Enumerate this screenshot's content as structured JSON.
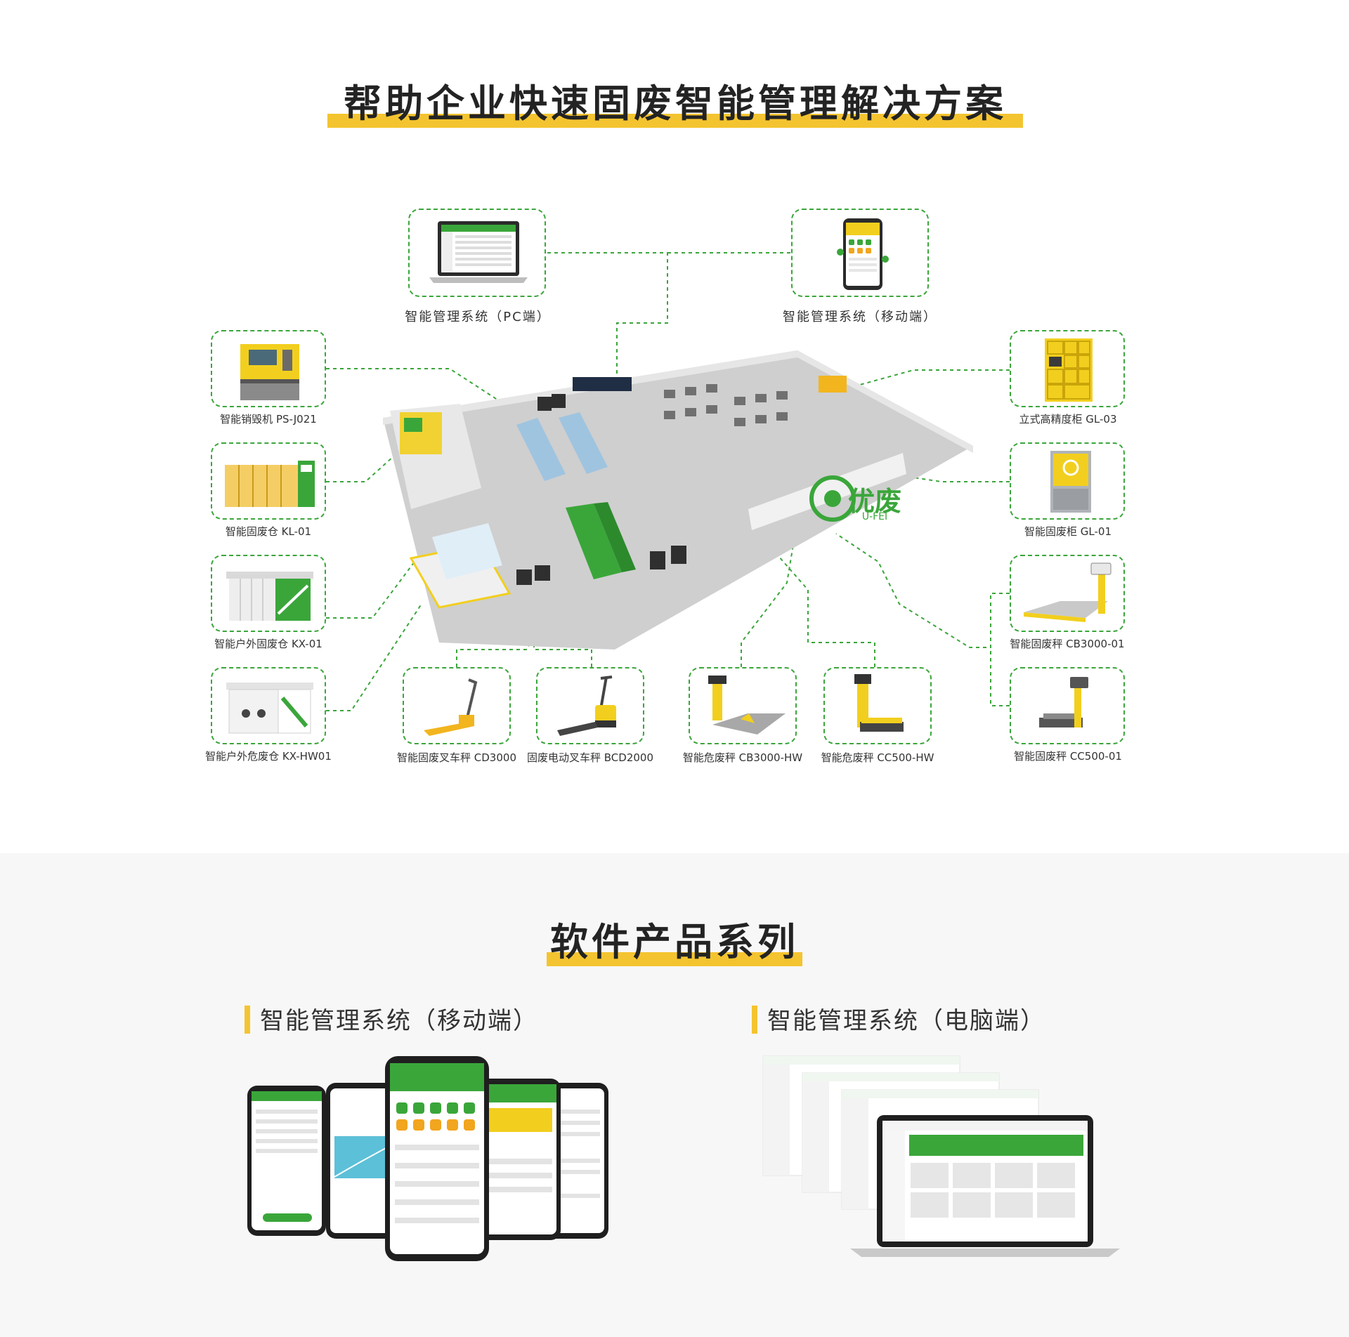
{
  "titles": {
    "main": "帮助企业快速固废智能管理解决方案",
    "software": "软件产品系列"
  },
  "top_systems": {
    "pc": "智能管理系统（PC端）",
    "mobile": "智能管理系统（移动端）"
  },
  "devices": {
    "ps_j021": "智能销毁机 PS-J021",
    "kl01": "智能固废仓 KL-01",
    "kx01": "智能户外固废仓 KX-01",
    "kxhw01": "智能户外危废仓 KX-HW01",
    "cd3000": "智能固废叉车秤 CD3000",
    "bcd2000": "固废电动叉车秤 BCD2000",
    "cb3000hw": "智能危废秤 CB3000-HW",
    "cc500hw": "智能危废秤 CC500-HW",
    "gl03": "立式高精度柜 GL-03",
    "gl01": "智能固废柜 GL-01",
    "cb300001": "智能固废秤 CB3000-01",
    "cc50001": "智能固废秤 CC500-01"
  },
  "floor": {
    "logo_text": "优废",
    "logo_sub": "U-FEI"
  },
  "software": {
    "mobile_heading": "智能管理系统（移动端）",
    "pc_heading": "智能管理系统（电脑端）"
  },
  "colors": {
    "accent_green": "#3aa63a",
    "highlight_yellow": "#f4c430",
    "device_yellow": "#f2cf1e"
  }
}
